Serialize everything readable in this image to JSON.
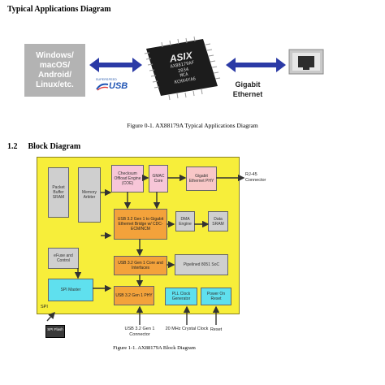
{
  "section_heading": "Typical Applications Diagram",
  "app_diagram": {
    "os_lines": [
      "Windows/",
      "macOS/",
      "Android/",
      "Linux/etc."
    ],
    "chip_brand": "ASIX",
    "chip_lines": [
      "AX88179AF",
      "2034",
      "MCA",
      "KCHX4YA6"
    ],
    "usb_top": "SUPERSPEED",
    "usb_text": "USB",
    "ethernet_lines": [
      "Gigabit",
      "Ethernet"
    ],
    "colors": {
      "arrow": "#2b3aa6",
      "chip": "#1b1b1b",
      "os_box": "#b3b3b3"
    }
  },
  "figure01_caption": "Figure 0-1. AX88179A Typical Applications Diagram",
  "block_heading_number": "1.2",
  "block_heading_title": "Block Diagram",
  "blocks": {
    "packet_buffer": "Packet Buffer SRAM",
    "memory_arbiter": "Memory Arbiter",
    "checksum_offload": "Checksum Offload Engine (COE)",
    "gmac_core": "GMAC Core",
    "gigabit_phy": "Gigabit Ethernet PHY",
    "usb_bridge": "USB 3.2 Gen 1 to Gigabit Ethernet Bridge w/ CDC-ECM/NCM",
    "dma_engine": "DMA Engine",
    "data_sram": "Data SRAM",
    "efuse": "eFuse and Control",
    "usb_core": "USB 3.2 Gen 1 Core and Interfaces",
    "pipelined_soc": "Pipelined 8051 SoC",
    "spi_master": "SPI Master",
    "usb_phy": "USB 3.2 Gen 1 PHY",
    "pll_clock": "PLL Clock Generator",
    "power_on_reset": "Power On Reset"
  },
  "external": {
    "rj45": "RJ-45 Connector",
    "spi_side": "SPI",
    "spi_flash": "SPI Flash",
    "usb_connector": "USB 3.2 Gen 1 Connector",
    "crystal": "20 MHz Crystal Clock",
    "reset": "Reset"
  },
  "figure11_caption": "Figure 1-1. AX88179A Block Diagram"
}
